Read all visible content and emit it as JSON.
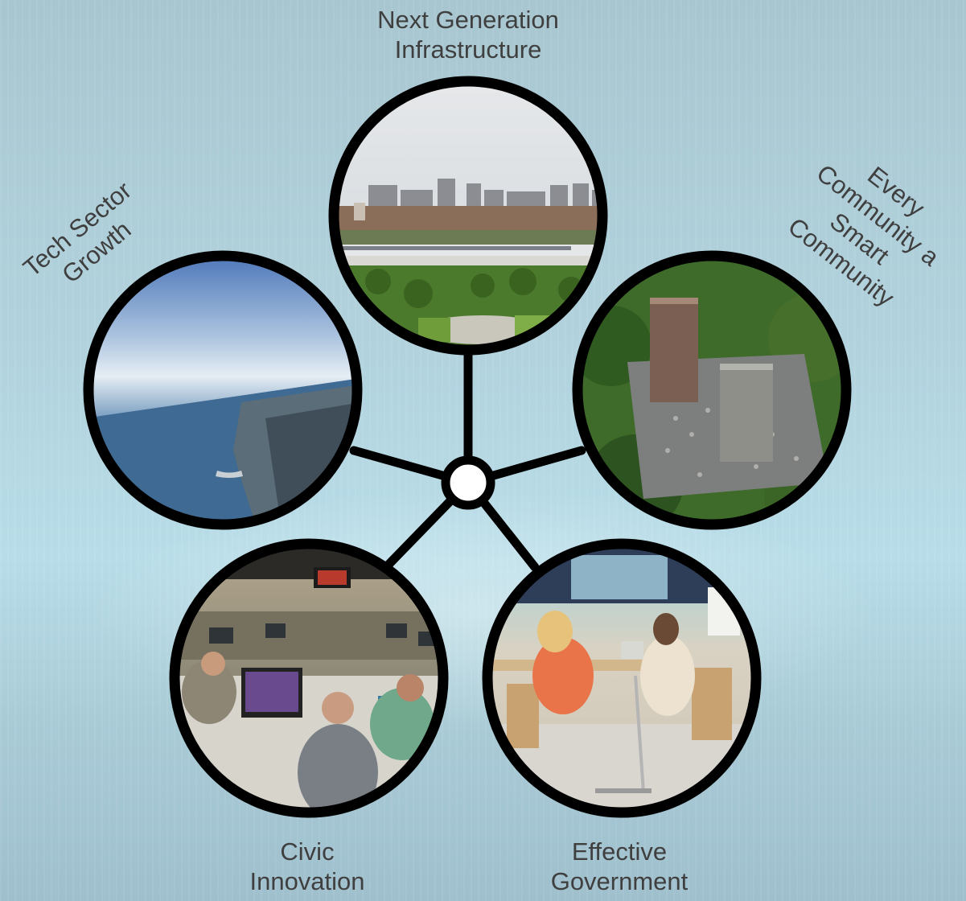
{
  "nodes": [
    {
      "id": "infrastructure",
      "label": "Next Generation\nInfrastructure",
      "scene": "city-train-photo"
    },
    {
      "id": "tech",
      "label": "Tech Sector\nGrowth",
      "scene": "lake-aerial-photo"
    },
    {
      "id": "community",
      "label": "Every\nCommunity a\nSmart\nCommunity",
      "scene": "park-plaza-photo"
    },
    {
      "id": "civic",
      "label": "Civic\nInnovation",
      "scene": "office-workers-photo"
    },
    {
      "id": "government",
      "label": "Effective\nGovernment",
      "scene": "cafe-people-photo"
    }
  ],
  "colors": {
    "ring": "#000000",
    "hub_fill": "#ffffff",
    "label_text": "#3f3f3f"
  }
}
